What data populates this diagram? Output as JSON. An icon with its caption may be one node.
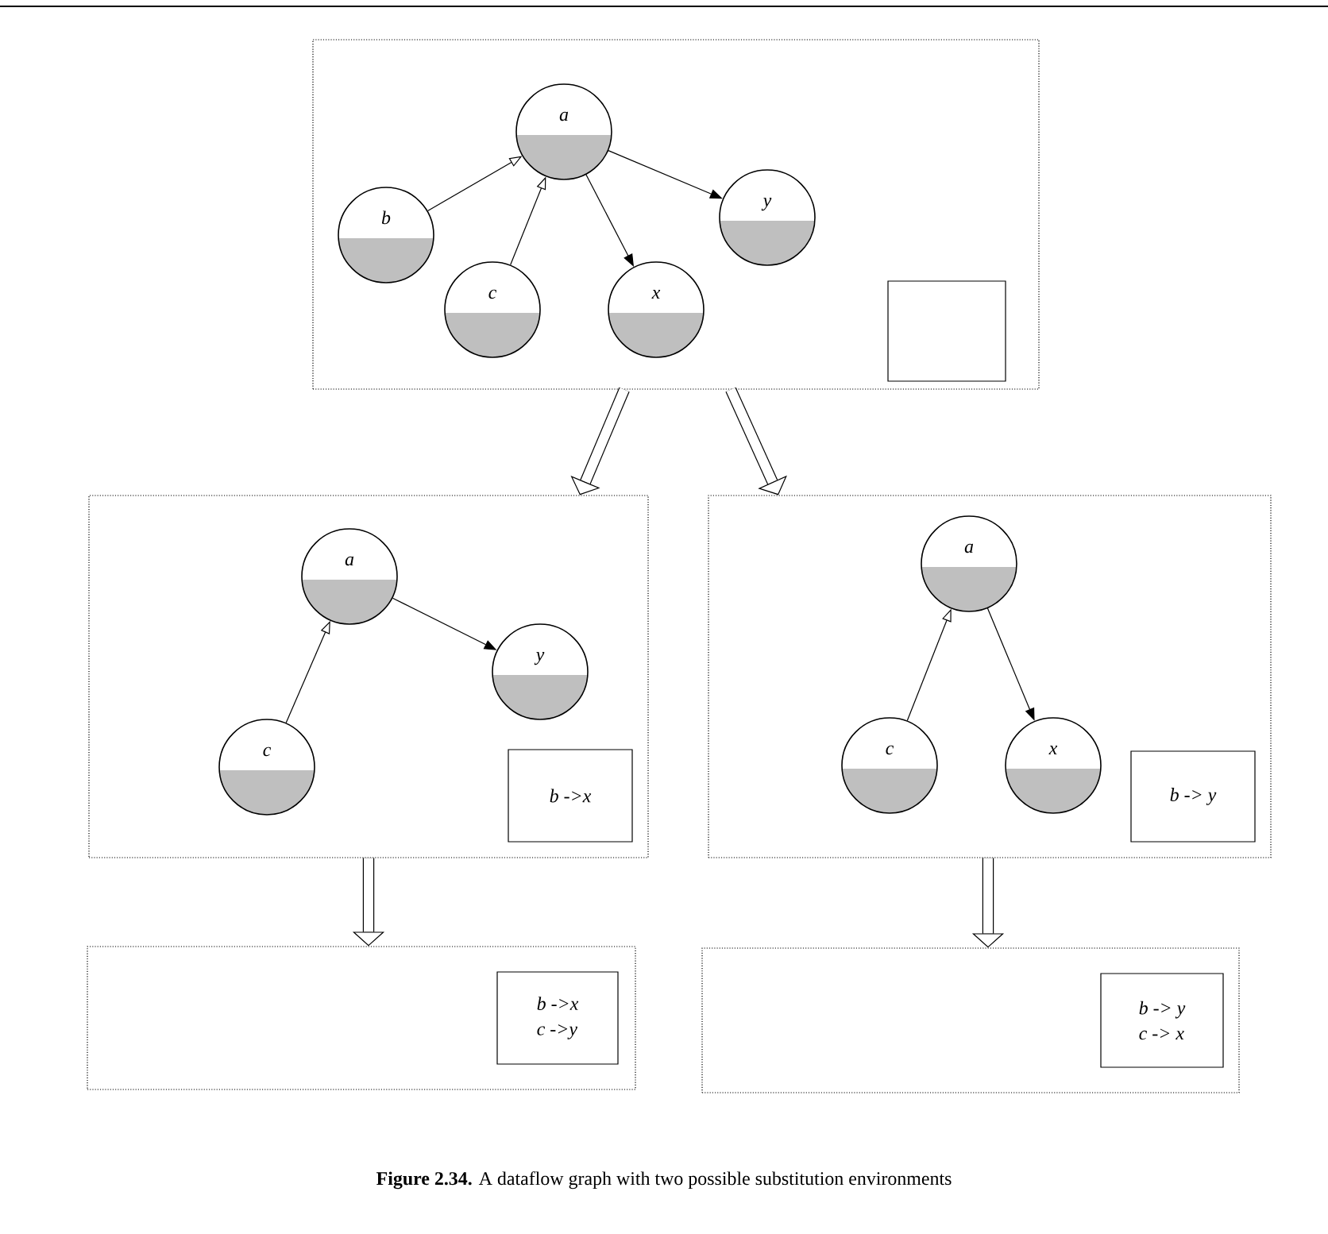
{
  "diagram": {
    "caption": "**Figure 2.34.** A dataflow graph with two possible substitution environments",
    "nodes": [
      {
        "text": [],
        "shape": "box"
      },
      {
        "text": [
          "a"
        ],
        "in": 0
      },
      {
        "text": [
          "b"
        ],
        "in": 0
      },
      {
        "text": [
          "y"
        ],
        "in": 0
      },
      {
        "text": [
          "c"
        ],
        "in": 0
      },
      {
        "text": [
          "x"
        ],
        "in": 0
      },
      {
        "text": [],
        "shape": "box",
        "in": 0
      },
      {
        "text": [],
        "shape": "box"
      },
      {
        "text": [
          "a"
        ],
        "in": 7
      },
      {
        "text": [
          "y"
        ],
        "in": 7
      },
      {
        "text": [
          "c"
        ],
        "in": 7
      },
      {
        "text": [
          "b ->x"
        ],
        "in": 7
      },
      {
        "text": [],
        "shape": "box"
      },
      {
        "text": [
          "a"
        ],
        "in": 12
      },
      {
        "text": [
          "c"
        ],
        "in": 12
      },
      {
        "text": [
          "x"
        ],
        "in": 12
      },
      {
        "text": [
          "b -> y"
        ],
        "in": 12
      },
      {
        "text": [],
        "shape": "box"
      },
      {
        "text": [
          "b ->x",
          "c ->y"
        ],
        "in": 17
      },
      {
        "text": [],
        "shape": "box"
      },
      {
        "text": [
          "b -> y",
          "c -> x"
        ],
        "in": 19
      }
    ],
    "edges": [
      {
        "from": 2,
        "to": 1,
        "arrow": "to"
      },
      {
        "from": 4,
        "to": 1,
        "arrow": "to"
      },
      {
        "from": 1,
        "to": 5,
        "arrow": "to"
      },
      {
        "from": 1,
        "to": 3,
        "arrow": "to"
      },
      {
        "from": 0,
        "to": 7,
        "arrow": "to",
        "style": "thick"
      },
      {
        "from": 0,
        "to": 12,
        "arrow": "to",
        "style": "thick"
      },
      {
        "from": 10,
        "to": 8,
        "arrow": "to"
      },
      {
        "from": 8,
        "to": 9,
        "arrow": "to"
      },
      {
        "from": 14,
        "to": 13,
        "arrow": "to"
      },
      {
        "from": 13,
        "to": 15,
        "arrow": "to"
      },
      {
        "from": 7,
        "to": 17,
        "arrow": "to",
        "style": "thick"
      },
      {
        "from": 12,
        "to": 19,
        "arrow": "to",
        "style": "thick"
      }
    ]
  }
}
